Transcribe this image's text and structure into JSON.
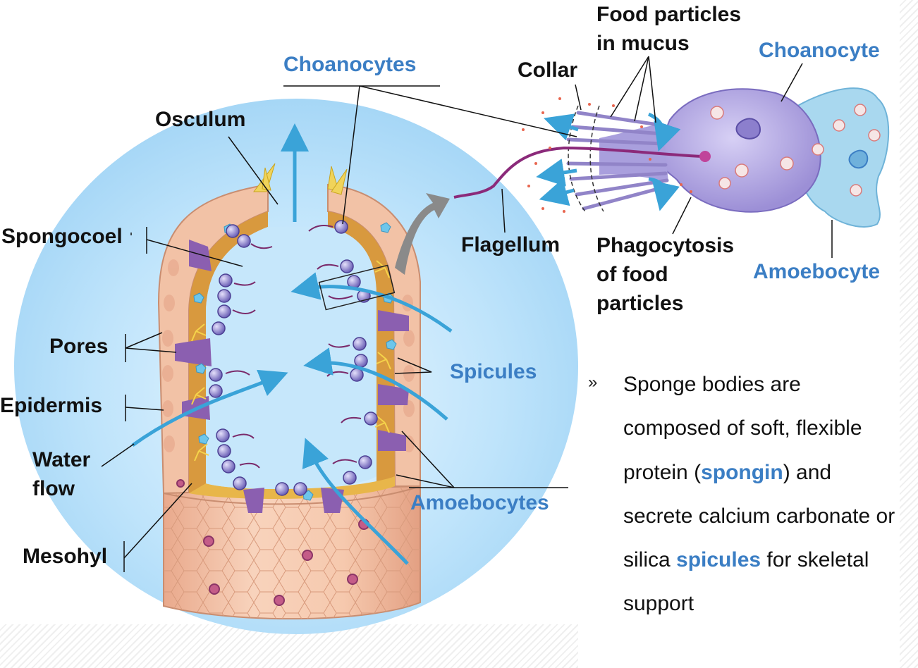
{
  "labels": {
    "food_particles": "Food particles\nin mucus",
    "choanocyte": "Choanocyte",
    "choanocytes": "Choanocytes",
    "collar": "Collar",
    "osculum": "Osculum",
    "spongocoel": "Spongocoel",
    "flagellum": "Flagellum",
    "phagocytosis": "Phagocytosis\nof food\nparticles",
    "amoebocyte": "Amoebocyte",
    "pores": "Pores",
    "spicules": "Spicules",
    "epidermis": "Epidermis",
    "water_flow": "Water\nflow",
    "amoebocytes": "Amoebocytes",
    "mesohyl": "Mesohyl"
  },
  "bullet": {
    "marker": "»",
    "text_1": "Sponge bodies are composed of soft, flexible protein (",
    "highlight_1": "spongin",
    "text_2": ") and secrete calcium carbonate or silica ",
    "highlight_2": "spicules",
    "text_3": " for skeletal support"
  },
  "colors": {
    "accent_blue": "#3b7ec4",
    "water": "#cfe9fb",
    "body_wall": "#f3c6a8",
    "choanocyte": "#b7aee3",
    "amoebocyte": "#a9d8ef"
  }
}
